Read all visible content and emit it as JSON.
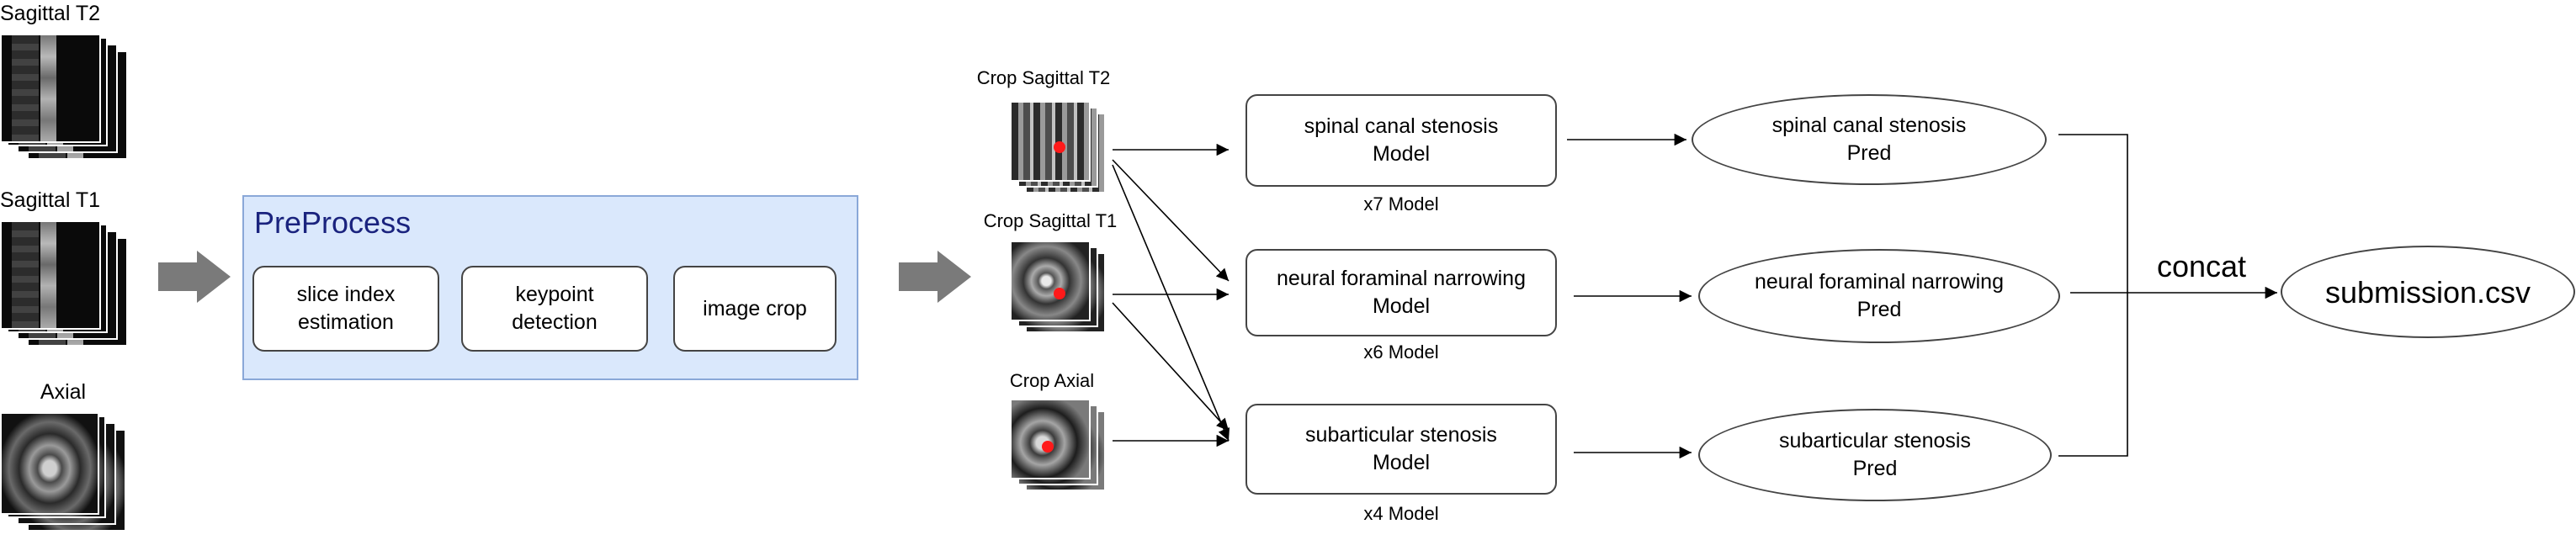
{
  "inputs": [
    {
      "label": "Sagittal T2"
    },
    {
      "label": "Sagittal T1"
    },
    {
      "label": "Axial"
    }
  ],
  "preprocess": {
    "title": "PreProcess",
    "steps": [
      {
        "label": "slice index\nestimation"
      },
      {
        "label": "keypoint\ndetection"
      },
      {
        "label": "image crop"
      }
    ]
  },
  "crops": [
    {
      "label": "Crop Sagittal T2"
    },
    {
      "label": "Crop Sagittal T1"
    },
    {
      "label": "Crop Axial"
    }
  ],
  "models": [
    {
      "label": "spinal canal stenosis\nModel",
      "count": "x7 Model"
    },
    {
      "label": "neural foraminal narrowing\nModel",
      "count": "x6 Model"
    },
    {
      "label": "subarticular stenosis\nModel",
      "count": "x4 Model"
    }
  ],
  "preds": [
    {
      "label": "spinal canal stenosis\nPred"
    },
    {
      "label": "neural foraminal narrowing\nPred"
    },
    {
      "label": "subarticular stenosis\nPred"
    }
  ],
  "concat_label": "concat",
  "output": {
    "label": "submission.csv"
  },
  "colors": {
    "preprocess_fill": "#dae8fc",
    "preprocess_title": "#1a237e",
    "keypoint_dot": "#ff1a1a",
    "arrow_fill": "#7a7a7a"
  }
}
